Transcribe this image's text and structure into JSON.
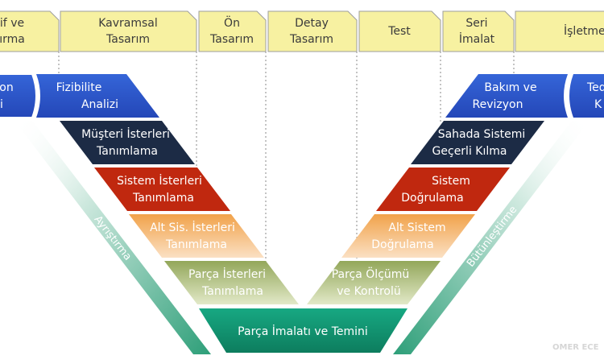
{
  "phases": [
    {
      "line1": "if ve",
      "line2": "ırma"
    },
    {
      "line1": "Kavramsal",
      "line2": "Tasarım"
    },
    {
      "line1": "Ön",
      "line2": "Tasarım"
    },
    {
      "line1": "Detay",
      "line2": "Tasarım"
    },
    {
      "line1": "Test",
      "line2": ""
    },
    {
      "line1": "Seri",
      "line2": "İmalat"
    },
    {
      "line1": "İşletme",
      "line2": ""
    }
  ],
  "left": {
    "cut_box": {
      "line1": "on",
      "line2": "i"
    },
    "feasibility": {
      "line1": "Fizibilite",
      "line2": "Analizi"
    },
    "customer_req": {
      "line1": "Müşteri İsterleri",
      "line2": "Tanımlama"
    },
    "system_req": {
      "line1": "Sistem İsterleri",
      "line2": "Tanımlama"
    },
    "subsystem_req": {
      "line1": "Alt Sis. İsterleri",
      "line2": "Tanımlama"
    },
    "part_req": {
      "line1": "Parça İsterleri",
      "line2": "Tanımlama"
    },
    "arrow_label": "Ayrıştırma"
  },
  "bottom": {
    "label": "Parça İmalatı ve Temini"
  },
  "right": {
    "part_measure": {
      "line1": "Parça Ölçümü",
      "line2": "ve Kontrolü"
    },
    "subsystem_ver": {
      "line1": "Alt Sistem",
      "line2": "Doğrulama"
    },
    "system_ver": {
      "line1": "Sistem",
      "line2": "Doğrulama"
    },
    "field_validation": {
      "line1": "Sahada Sistemi",
      "line2": "Geçerli Kılma"
    },
    "maintenance": {
      "line1": "Bakım ve",
      "line2": "Revizyon"
    },
    "cut_box": {
      "line1": "Ted",
      "line2": "K"
    },
    "arrow_label": "Bütünleştirme"
  },
  "watermark": "OMER ECE",
  "colors": {
    "phase_fill": "#f7f1a1",
    "blue": "#2f58cf",
    "navy": "#1c2b45",
    "red": "#c0280f",
    "orange": "#e9932c",
    "olive": "#93a75a",
    "green": "#1bb08a"
  }
}
